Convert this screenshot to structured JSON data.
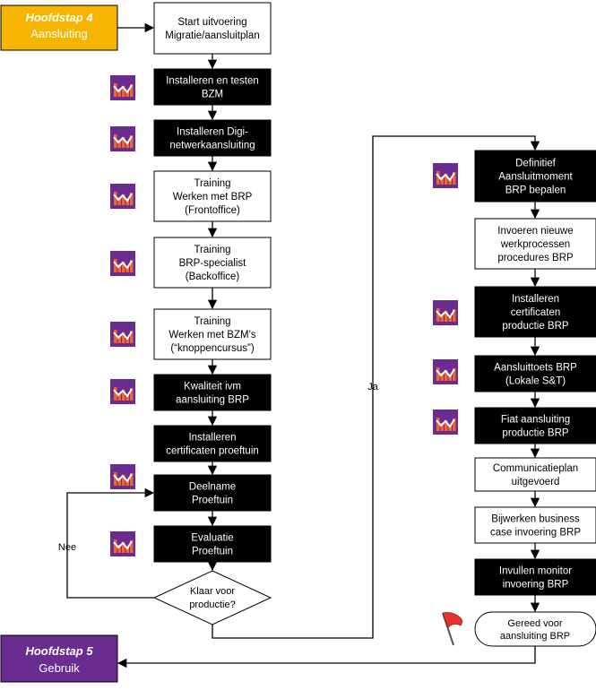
{
  "colors": {
    "black_box": "#000000",
    "white_box": "#ffffff",
    "phase4_fill": "#f5b400",
    "phase5_fill": "#6a2c91",
    "icon_bg": "#6a2c91",
    "icon_bars": "#f26522",
    "flag": "#e3342f",
    "line": "#000000"
  },
  "phase_start": {
    "title": "Hoofdstap 4",
    "subtitle": "Aansluiting"
  },
  "phase_end": {
    "title": "Hoofdstap 5",
    "subtitle": "Gebruik"
  },
  "left_column": {
    "start": [
      "Start uitvoering",
      "Migratie/aansluitplan"
    ],
    "steps": [
      {
        "lines": [
          "Installeren en testen",
          "BZM"
        ],
        "style": "dark",
        "icon": "chart-icon"
      },
      {
        "lines": [
          "Installeren Digi-",
          "netwerkaansluiting"
        ],
        "style": "dark",
        "icon": "chart-icon"
      },
      {
        "lines": [
          "Training",
          "Werken met BRP",
          "(Frontoffice)"
        ],
        "style": "light",
        "icon": "chart-icon"
      },
      {
        "lines": [
          "Training",
          "BRP-specialist",
          "(Backoffice)"
        ],
        "style": "light",
        "icon": "chart-icon"
      },
      {
        "lines": [
          "Training",
          "Werken met BZM’s",
          "(“knoppencursus”)"
        ],
        "style": "light",
        "icon": "chart-icon"
      },
      {
        "lines": [
          "Kwaliteit ivm",
          "aansluiting BRP"
        ],
        "style": "dark",
        "icon": "chart-icon"
      },
      {
        "lines": [
          "Installeren",
          "certificaten proeftuin"
        ],
        "style": "dark",
        "icon": ""
      },
      {
        "lines": [
          "Deelname",
          "Proeftuin"
        ],
        "style": "dark",
        "icon": "chart-icon"
      },
      {
        "lines": [
          "Evaluatie",
          "Proeftuin"
        ],
        "style": "dark",
        "icon": "chart-icon"
      }
    ],
    "decision": [
      "Klaar voor",
      "productie?"
    ],
    "no_label": "Nee",
    "yes_label": "Ja"
  },
  "right_column": {
    "steps": [
      {
        "lines": [
          "Definitief",
          "Aansluitmoment",
          "BRP bepalen"
        ],
        "style": "dark",
        "icon": "chart-icon"
      },
      {
        "lines": [
          "Invoeren nieuwe",
          "werkprocessen",
          "procedures BRP"
        ],
        "style": "light",
        "icon": ""
      },
      {
        "lines": [
          "Installeren",
          "certificaten",
          "productie BRP"
        ],
        "style": "dark",
        "icon": "chart-icon"
      },
      {
        "lines": [
          "Aansluittoets BRP",
          "(Lokale S&T)"
        ],
        "style": "dark",
        "icon": "chart-icon"
      },
      {
        "lines": [
          "Fiat aansluiting",
          "productie BRP"
        ],
        "style": "dark",
        "icon": "chart-icon"
      },
      {
        "lines": [
          "Communicatieplan",
          "uitgevoerd"
        ],
        "style": "light",
        "icon": ""
      },
      {
        "lines": [
          "Bijwerken business",
          "case invoering BRP"
        ],
        "style": "light",
        "icon": ""
      },
      {
        "lines": [
          "Invullen monitor",
          "invoering BRP"
        ],
        "style": "dark",
        "icon": ""
      }
    ],
    "end": [
      "Gereed voor",
      "aansluiting BRP"
    ],
    "end_icon": "flag-icon"
  }
}
